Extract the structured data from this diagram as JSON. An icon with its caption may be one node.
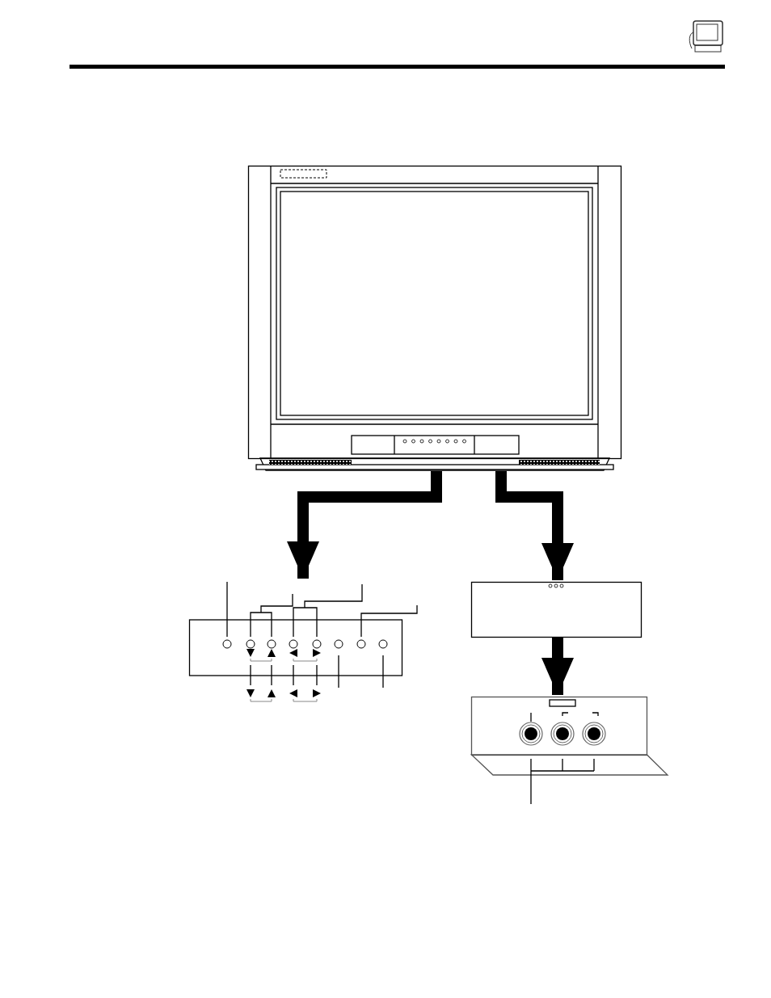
{
  "diagram": {
    "nodes": [
      {
        "text": [],
        "shape": "picture"
      },
      {
        "text": [],
        "shape": "box"
      },
      {
        "text": [],
        "shape": "box"
      },
      {
        "text": [],
        "shape": "box"
      }
    ],
    "edges": [
      {
        "from": 0,
        "to": 1,
        "arrow": "to"
      },
      {
        "from": 0,
        "to": 2,
        "arrow": "to"
      },
      {
        "from": 2,
        "to": 3,
        "arrow": "to"
      }
    ]
  }
}
